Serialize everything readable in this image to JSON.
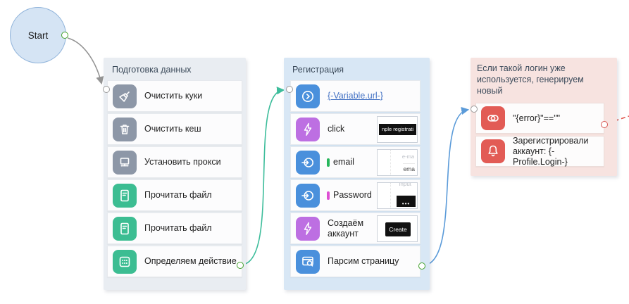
{
  "start": {
    "label": "Start"
  },
  "groups": [
    {
      "title": "Подготовка данных",
      "items": [
        {
          "label": "Очистить куки",
          "icon": "broom-icon",
          "color": "gray"
        },
        {
          "label": "Очистить кеш",
          "icon": "trash-icon",
          "color": "gray"
        },
        {
          "label": "Установить прокси",
          "icon": "proxy-icon",
          "color": "gray"
        },
        {
          "label": "Прочитать файл",
          "icon": "file-icon",
          "color": "green"
        },
        {
          "label": "Прочитать файл",
          "icon": "file-icon",
          "color": "green"
        },
        {
          "label": "Определяем действие",
          "icon": "grid-icon",
          "color": "green"
        }
      ]
    },
    {
      "title": "Регистрация",
      "items": [
        {
          "label": "{-Variable.url-}",
          "icon": "navigate-icon",
          "color": "blue",
          "is_link": true
        },
        {
          "label": "click",
          "icon": "lightning-icon",
          "color": "purple",
          "thumbnail": {
            "bar_text": "nple registrati"
          }
        },
        {
          "label": "email",
          "icon": "input-icon",
          "color": "blue",
          "marker_color": "#27b65c",
          "thumbnail": {
            "faint_text": "e-ma",
            "value_text": "ema"
          }
        },
        {
          "label": "Password",
          "icon": "input-icon",
          "color": "blue",
          "marker_color": "#de4fd4",
          "thumbnail": {
            "faint_text": "input",
            "dots_text": "•••"
          }
        },
        {
          "label": "Создаём аккаунт",
          "icon": "lightning-icon",
          "color": "purple",
          "thumbnail": {
            "button_text": "Create"
          }
        },
        {
          "label": "Парсим страницу",
          "icon": "browser-search-icon",
          "color": "blue"
        }
      ]
    },
    {
      "title": "Если такой логин уже используется, генерируем новый",
      "items": [
        {
          "label": "\"{error}\"==\"\"",
          "icon": "toggle-eye-icon",
          "color": "red"
        },
        {
          "label": "Зарегистрировали аккаунт: {-Profile.Login-}",
          "icon": "bell-icon",
          "color": "red"
        }
      ]
    }
  ],
  "colors": {
    "start_fill": "#d5e4f4",
    "start_border": "#8fb3da",
    "panel_gray": "#e9edf2",
    "panel_blue": "#d8e7f5",
    "panel_pink": "#f7e3e0",
    "icon_gray": "#8d97a7",
    "icon_green": "#3cbd92",
    "icon_blue": "#4a90dc",
    "icon_purple": "#bd6fe2",
    "icon_red": "#e25b55",
    "wire_gray": "#949494",
    "wire_teal": "#3dbd9b",
    "wire_blue": "#5b9bd9",
    "wire_red_dashed": "#e0544c",
    "port_green": "#44a22d",
    "port_gray": "#9a9a9a",
    "port_red": "#d65550",
    "link_text": "#4472c4"
  }
}
